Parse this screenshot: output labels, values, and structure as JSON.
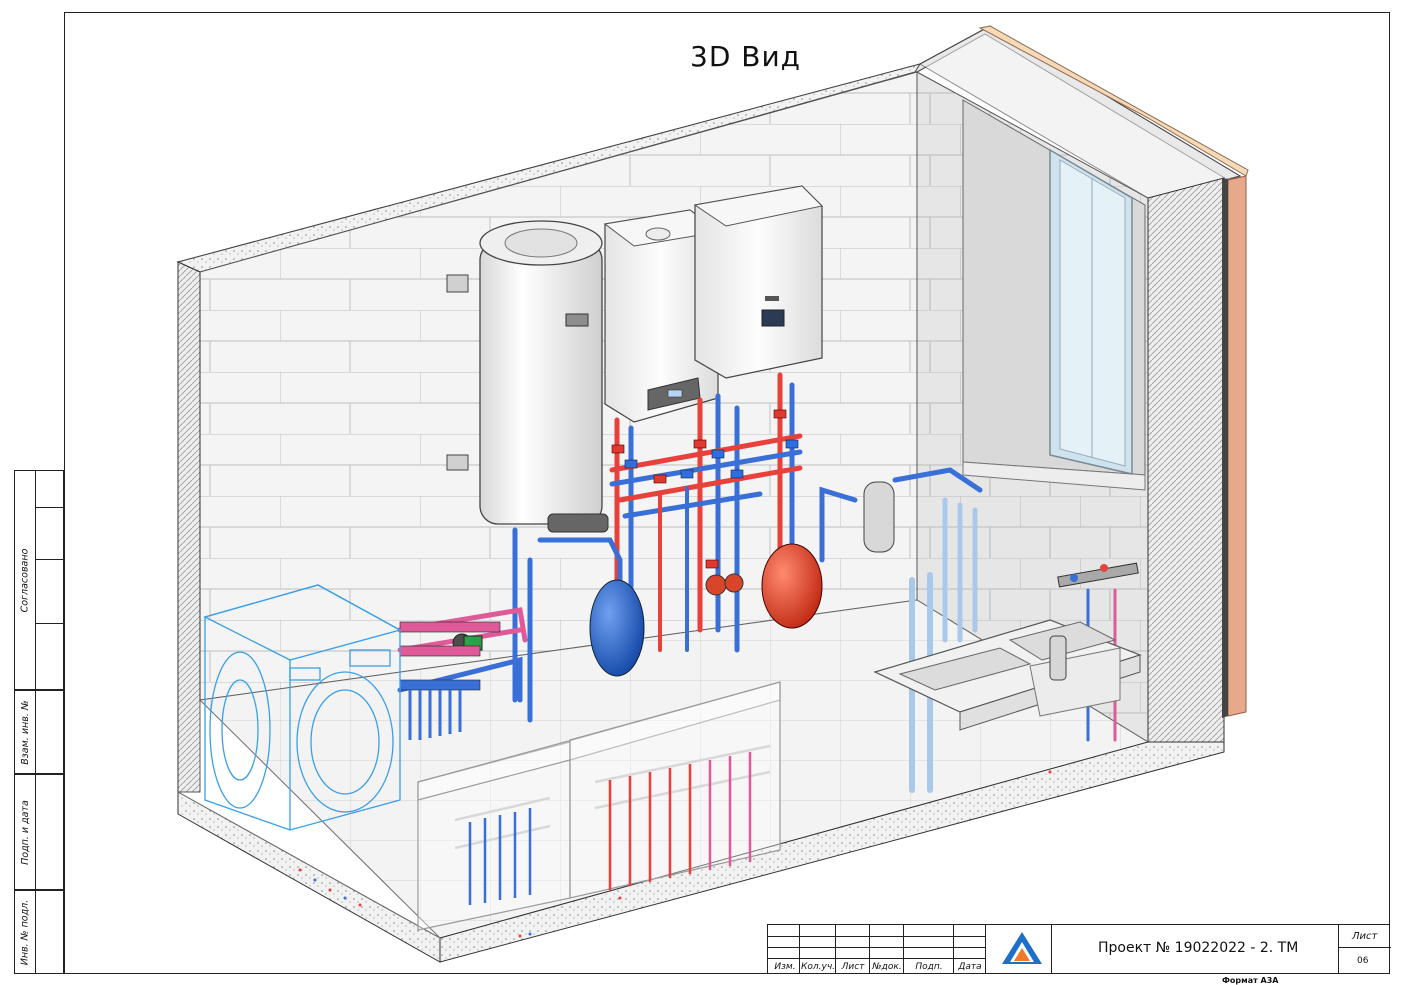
{
  "view_title": "3D Вид",
  "side_stamp": {
    "agreed": "Согласовано",
    "replace_inv": "Взам. инв. №",
    "sign_date": "Подп. и дата",
    "inv_orig": "Инв. № подл."
  },
  "title_block": {
    "columns": [
      "Изм.",
      "Кол.уч.",
      "Лист",
      "№док.",
      "Подп.",
      "Дата"
    ],
    "project": "Проект № 19022022 - 2. ТМ",
    "sheet_label": "Лист",
    "sheet_number": "06",
    "format": "Формат А3А"
  },
  "colors": {
    "hot_pipe": "#e8413c",
    "cold_pipe": "#3a6fd8",
    "pink_pipe": "#e05a9a",
    "tank_blue": "#1f62c9",
    "tank_red": "#e8432f",
    "wall": "#f2f2f2",
    "insulation_orange": "#e7a98b",
    "machine_outline": "#3aa0e6"
  }
}
